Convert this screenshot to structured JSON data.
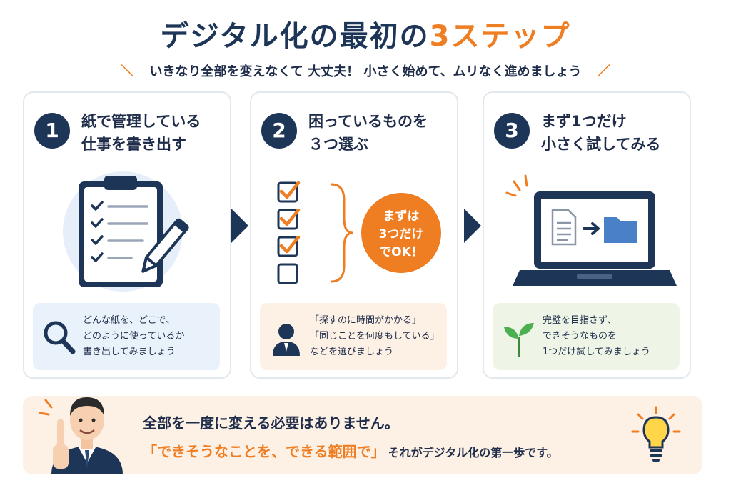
{
  "header": {
    "title_main": "デジタル化の最初の",
    "title_accent": "3ステップ",
    "subtitle": "いきなり全部を変えなくて 大丈夫！ 小さく始めて、ムリなく進めましょう"
  },
  "steps": [
    {
      "number": "1",
      "title_lines": [
        "紙で管理している",
        "仕事を書き出す"
      ],
      "illustration": "clipboard-checklist-pencil",
      "tip_icon": "magnifier-icon",
      "tip_lines": [
        "どんな紙を、どこで、",
        "どのように使っているか",
        "書き出してみましょう"
      ]
    },
    {
      "number": "2",
      "title_lines": [
        "困っているものを",
        "３つ選ぶ"
      ],
      "illustration": "checkboxes-with-bubble",
      "bubble_lines": [
        "まずは",
        "3つだけ",
        "でOK！"
      ],
      "tip_icon": "person-icon",
      "tip_lines": [
        "「探すのに時間がかかる」",
        "「同じことを何度もしている」",
        "などを選びましょう"
      ]
    },
    {
      "number": "3",
      "title_lines": [
        "まず1つだけ",
        "小さく試してみる"
      ],
      "illustration": "laptop-document-to-folder",
      "tip_icon": "sprout-icon",
      "tip_lines": [
        "完璧を目指さず、",
        "できそうなものを",
        "1つだけ試してみましょう"
      ]
    }
  ],
  "bottom": {
    "line1": "全部を一度に変える必要はありません。",
    "highlight": "「できそうなことを、できる範囲で」",
    "line2_rest": "それがデジタル化の第一歩です。"
  },
  "colors": {
    "navy": "#1d3557",
    "orange": "#ef7d22",
    "tip_blue": "#e9f1fb",
    "tip_orange": "#fdf0e4",
    "tip_green": "#eef5e7"
  }
}
